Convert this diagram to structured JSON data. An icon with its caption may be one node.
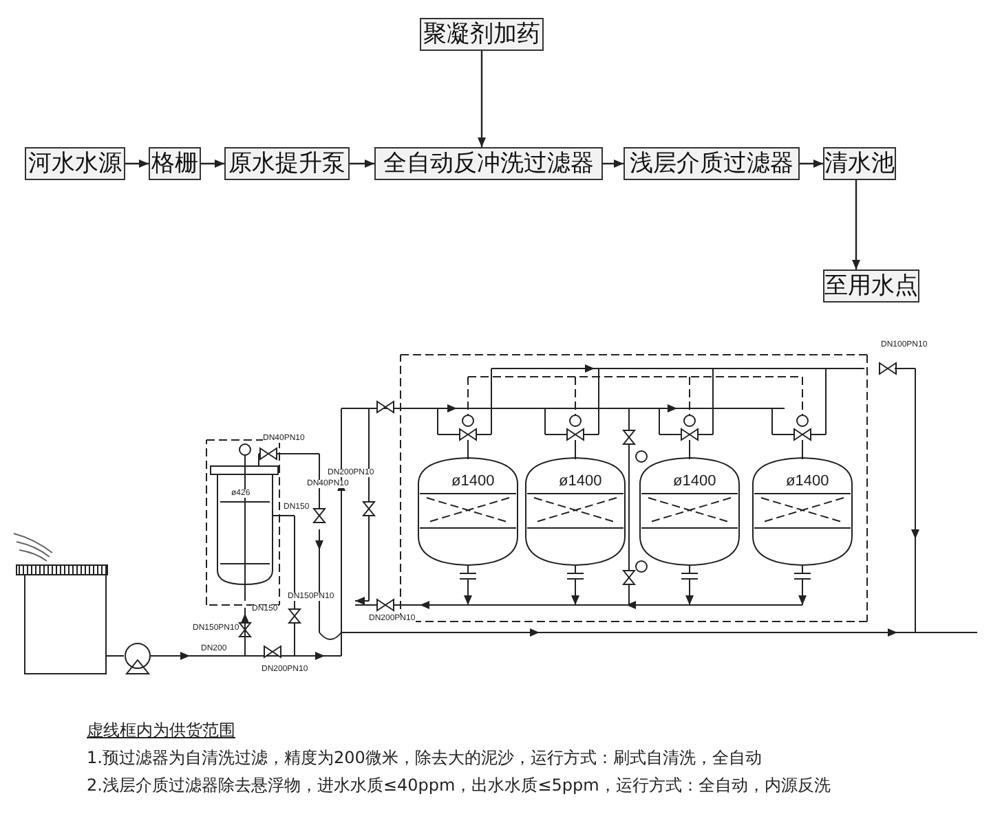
{
  "diagram": {
    "nodes": [
      {
        "text": [
          "聚凝剂加药"
        ]
      },
      {
        "text": [
          "河水水源"
        ]
      },
      {
        "text": [
          "格栅"
        ]
      },
      {
        "text": [
          "原水提升泵"
        ]
      },
      {
        "text": [
          "全自动反冲洗过滤器"
        ]
      },
      {
        "text": [
          "浅层介质过滤器"
        ]
      },
      {
        "text": [
          "清水池"
        ]
      },
      {
        "text": [
          "至用水点"
        ]
      }
    ],
    "edges": [
      {
        "from": 0,
        "to": 4,
        "arrow": "to"
      },
      {
        "from": 1,
        "to": 2,
        "arrow": "to"
      },
      {
        "from": 2,
        "to": 3,
        "arrow": "to"
      },
      {
        "from": 3,
        "to": 4,
        "arrow": "to"
      },
      {
        "from": 4,
        "to": 5,
        "arrow": "to"
      },
      {
        "from": 5,
        "to": 6,
        "arrow": "to"
      },
      {
        "from": 6,
        "to": 7,
        "arrow": "to"
      }
    ],
    "labels": [
      "DN100PN10",
      "DN40PN10",
      "DN200PN10",
      "ø1400",
      "ø1400",
      "ø1400",
      "ø1400",
      "DN40PN10",
      "ø426",
      "DN150",
      "DN150PN10",
      "DN200PN10",
      "DN150",
      "DN150PN10",
      "DN200",
      "DN200PN10",
      "虚线框内为供货范围",
      "1.预过滤器为自清洗过滤，精度为200微米，除去大的泥沙，运行方式：刷式自清洗，全自动",
      "2.浅层介质过滤器除去悬浮物，进水水质≤40ppm，出水水质≤5ppm，运行方式：全自动，内源反洗"
    ]
  }
}
